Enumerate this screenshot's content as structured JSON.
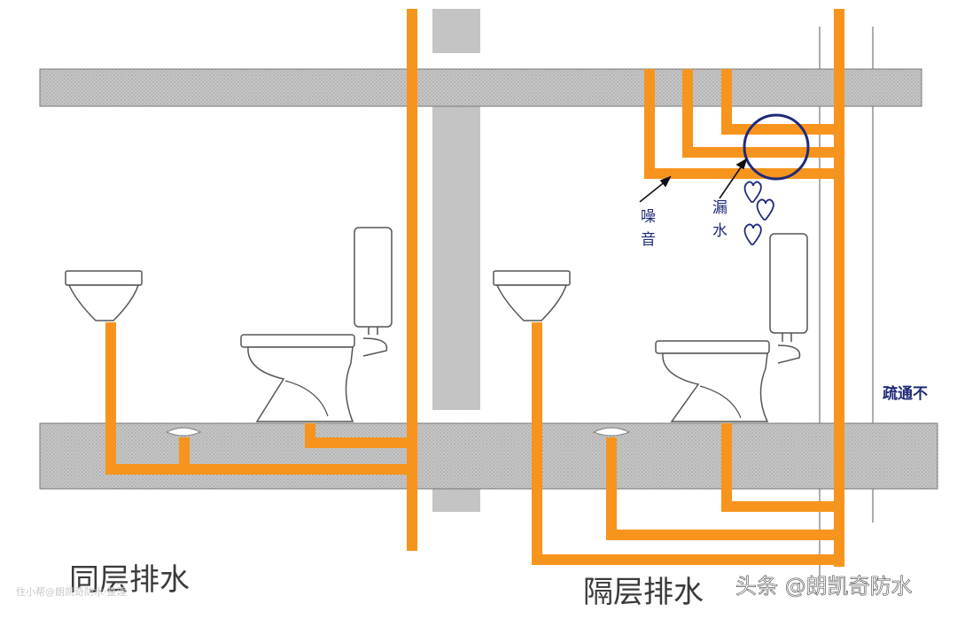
{
  "labels": {
    "noise": "噪音",
    "leak": "漏水",
    "dredge": "疏通不",
    "same_floor": "同层排水",
    "separate_floor": "隔层排水",
    "watermark": "头条 @朗凯奇防水",
    "faint_watermark": "住小帮@朗凯奇防水·整理"
  },
  "colors": {
    "pipe": "#f7941d",
    "slab": "#bdbdbd",
    "shaft": "#c2c2c2",
    "annotation": "#1f2a7a",
    "fixture_stroke": "#555555"
  }
}
